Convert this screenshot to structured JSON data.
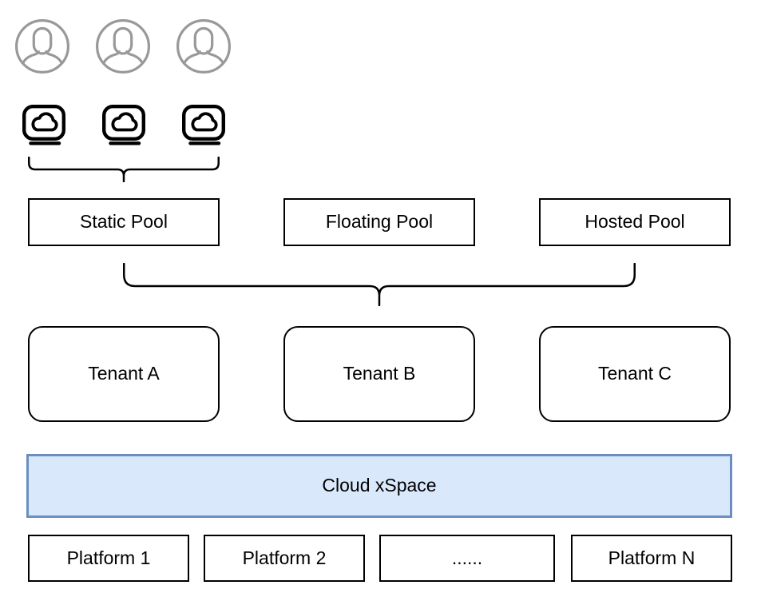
{
  "diagram": {
    "users_row": {
      "icon": "user-avatar-icon",
      "count": 3
    },
    "cloud_pc_row": {
      "icon": "cloud-pc-icon",
      "count": 3
    },
    "pools": [
      {
        "label": "Static Pool"
      },
      {
        "label": "Floating Pool"
      },
      {
        "label": "Hosted Pool"
      }
    ],
    "tenants": [
      {
        "label": "Tenant A"
      },
      {
        "label": "Tenant B"
      },
      {
        "label": "Tenant C"
      }
    ],
    "middleware": {
      "label": "Cloud xSpace",
      "fill": "#dae8fc",
      "border": "#6c8ebf"
    },
    "platforms": [
      {
        "label": "Platform 1"
      },
      {
        "label": "Platform 2"
      },
      {
        "label": "......"
      },
      {
        "label": "Platform N"
      }
    ],
    "colors": {
      "shape_stroke": "#000000",
      "avatar_stroke": "#999999"
    }
  }
}
